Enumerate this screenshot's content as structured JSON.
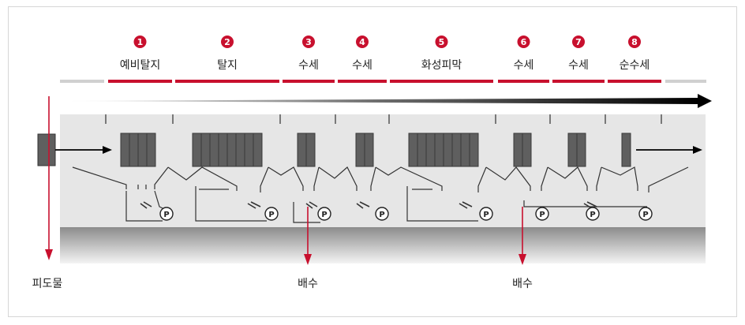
{
  "colors": {
    "red": "#c8102e",
    "tank": "#5f5f5f",
    "bath": "#e6e6e6",
    "base": "#8e8e8e"
  },
  "stages": [
    {
      "num": "1",
      "label": "예비탈지",
      "cells": 4
    },
    {
      "num": "2",
      "label": "탈지",
      "cells": 8
    },
    {
      "num": "3",
      "label": "수세",
      "cells": 2
    },
    {
      "num": "4",
      "label": "수세",
      "cells": 2
    },
    {
      "num": "5",
      "label": "화성피막",
      "cells": 8
    },
    {
      "num": "6",
      "label": "수세",
      "cells": 2
    },
    {
      "num": "7",
      "label": "수세",
      "cells": 2
    },
    {
      "num": "8",
      "label": "순수세",
      "cells": 1
    }
  ],
  "outputs": {
    "feed": "피도물",
    "drain1": "배수",
    "drain2": "배수"
  },
  "pump_label": "P",
  "icons": {
    "pump": "pump-icon",
    "arrow": "arrow-icon",
    "valve": "valve-icon"
  }
}
